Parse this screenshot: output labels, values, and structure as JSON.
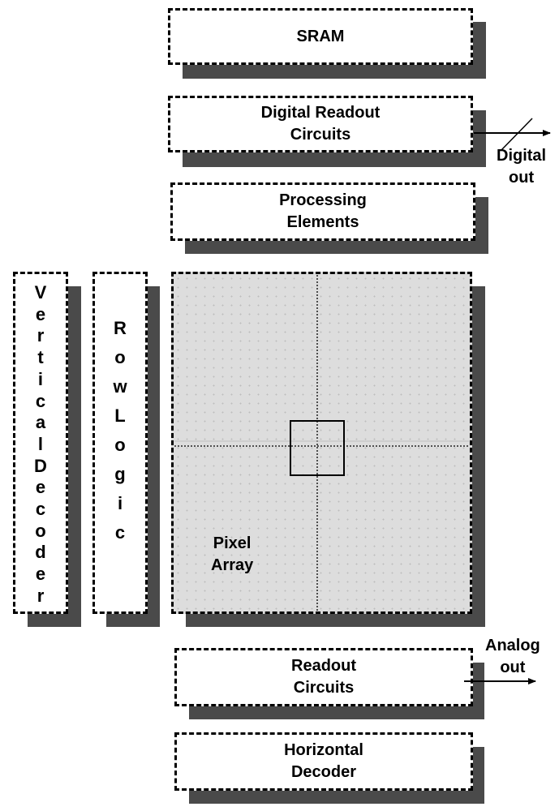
{
  "blocks": {
    "sram": "SRAM",
    "digital_readout": "Digital Readout\nCircuits",
    "processing": "Processing\nElements",
    "vertical_decoder": "VerticalDecoder",
    "row_logic": "Row Logic",
    "pixel_array": "Pixel\nArray",
    "readout": "Readout\nCircuits",
    "horizontal_decoder": "Horizontal\nDecoder"
  },
  "outputs": {
    "digital": "Digital\nout",
    "analog": "Analog\nout"
  }
}
